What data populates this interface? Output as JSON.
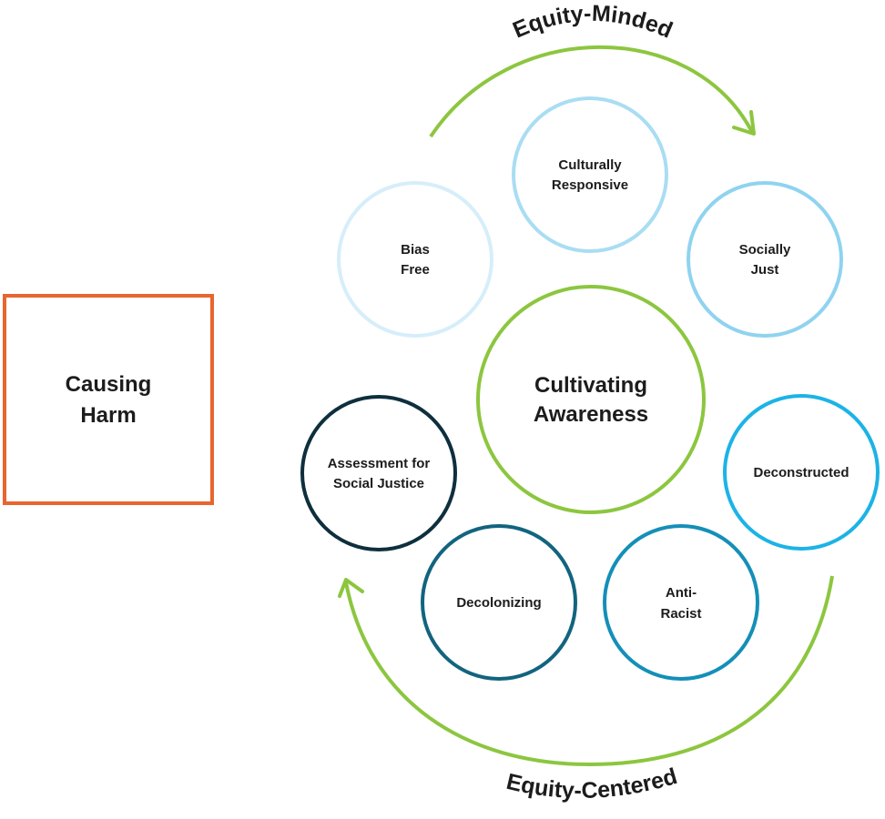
{
  "harm_box": {
    "lines": [
      "Causing",
      "Harm"
    ],
    "color": "#e8652f"
  },
  "center": {
    "lines": [
      "Cultivating",
      "Awareness"
    ],
    "color": "#8cc63f"
  },
  "arcs": {
    "top_label": "Equity-Minded",
    "bottom_label": "Equity-Centered",
    "color": "#8cc63f"
  },
  "circles": [
    {
      "id": "bias-free",
      "lines": [
        "Bias",
        "Free"
      ],
      "color": "#d6eefa"
    },
    {
      "id": "culturally-responsive",
      "lines": [
        "Culturally",
        "Responsive"
      ],
      "color": "#a9ddf3"
    },
    {
      "id": "socially-just",
      "lines": [
        "Socially",
        "Just"
      ],
      "color": "#8fd3f0"
    },
    {
      "id": "deconstructed",
      "lines": [
        "Deconstructed"
      ],
      "color": "#1cb3e6"
    },
    {
      "id": "anti-racist",
      "lines": [
        "Anti-",
        "Racist"
      ],
      "color": "#148fb8"
    },
    {
      "id": "decolonizing",
      "lines": [
        "Decolonizing"
      ],
      "color": "#12647f"
    },
    {
      "id": "assessment-social-justice",
      "lines": [
        "Assessment for",
        "Social Justice"
      ],
      "color": "#0e2f3d"
    }
  ]
}
